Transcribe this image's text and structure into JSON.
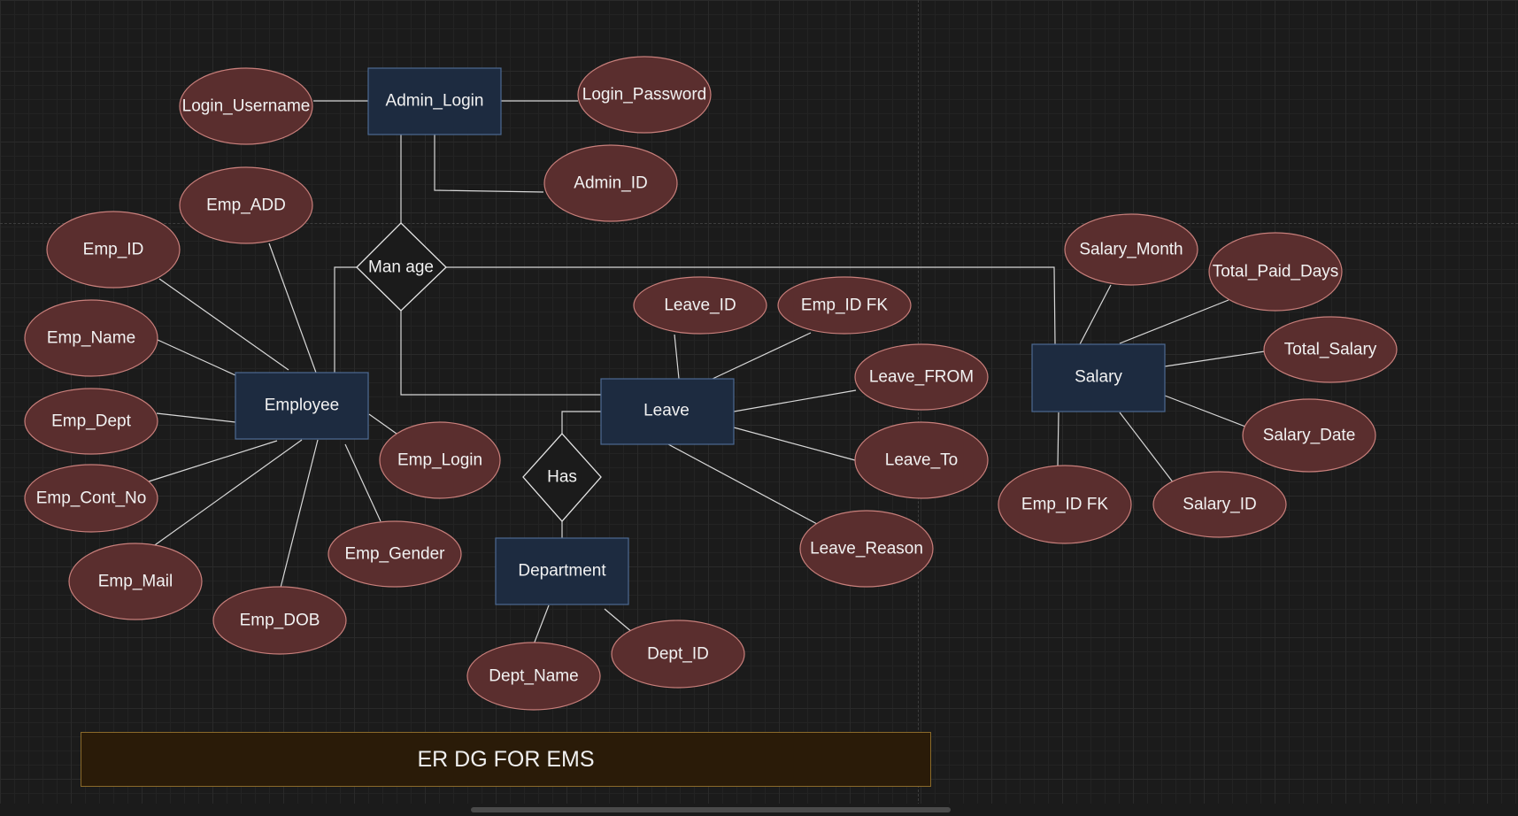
{
  "diagram_title": "ER DG FOR EMS",
  "entities": {
    "admin_login": "Admin_Login",
    "employee": "Employee",
    "leave": "Leave",
    "department": "Department",
    "salary": "Salary"
  },
  "relationships": {
    "manage": "Man age",
    "has": "Has"
  },
  "attributes": {
    "login_username": "Login_Username",
    "login_password": "Login_Password",
    "admin_id": "Admin_ID",
    "emp_add": "Emp_ADD",
    "emp_id": "Emp_ID",
    "emp_name": "Emp_Name",
    "emp_dept": "Emp_Dept",
    "emp_cont_no": "Emp_Cont_No",
    "emp_mail": "Emp_Mail",
    "emp_dob": "Emp_DOB",
    "emp_gender": "Emp_Gender",
    "emp_login": "Emp_Login",
    "leave_id": "Leave_ID",
    "leave_emp_id_fk": "Emp_ID FK",
    "leave_from": "Leave_FROM",
    "leave_to": "Leave_To",
    "leave_reason": "Leave_Reason",
    "dept_name": "Dept_Name",
    "dept_id": "Dept_ID",
    "salary_month": "Salary_Month",
    "total_paid_days": "Total_Paid_Days",
    "total_salary": "Total_Salary",
    "salary_date": "Salary_Date",
    "salary_id": "Salary_ID",
    "salary_emp_id_fk": "Emp_ID FK"
  },
  "colors": {
    "background": "#1b1b1b",
    "entity_fill": "#1d2b40",
    "entity_stroke": "#4d6a92",
    "attribute_fill": "#5a2e2e",
    "attribute_stroke": "#c87f7b",
    "title_fill": "#2a1b08",
    "title_stroke": "#8a6a2a"
  }
}
